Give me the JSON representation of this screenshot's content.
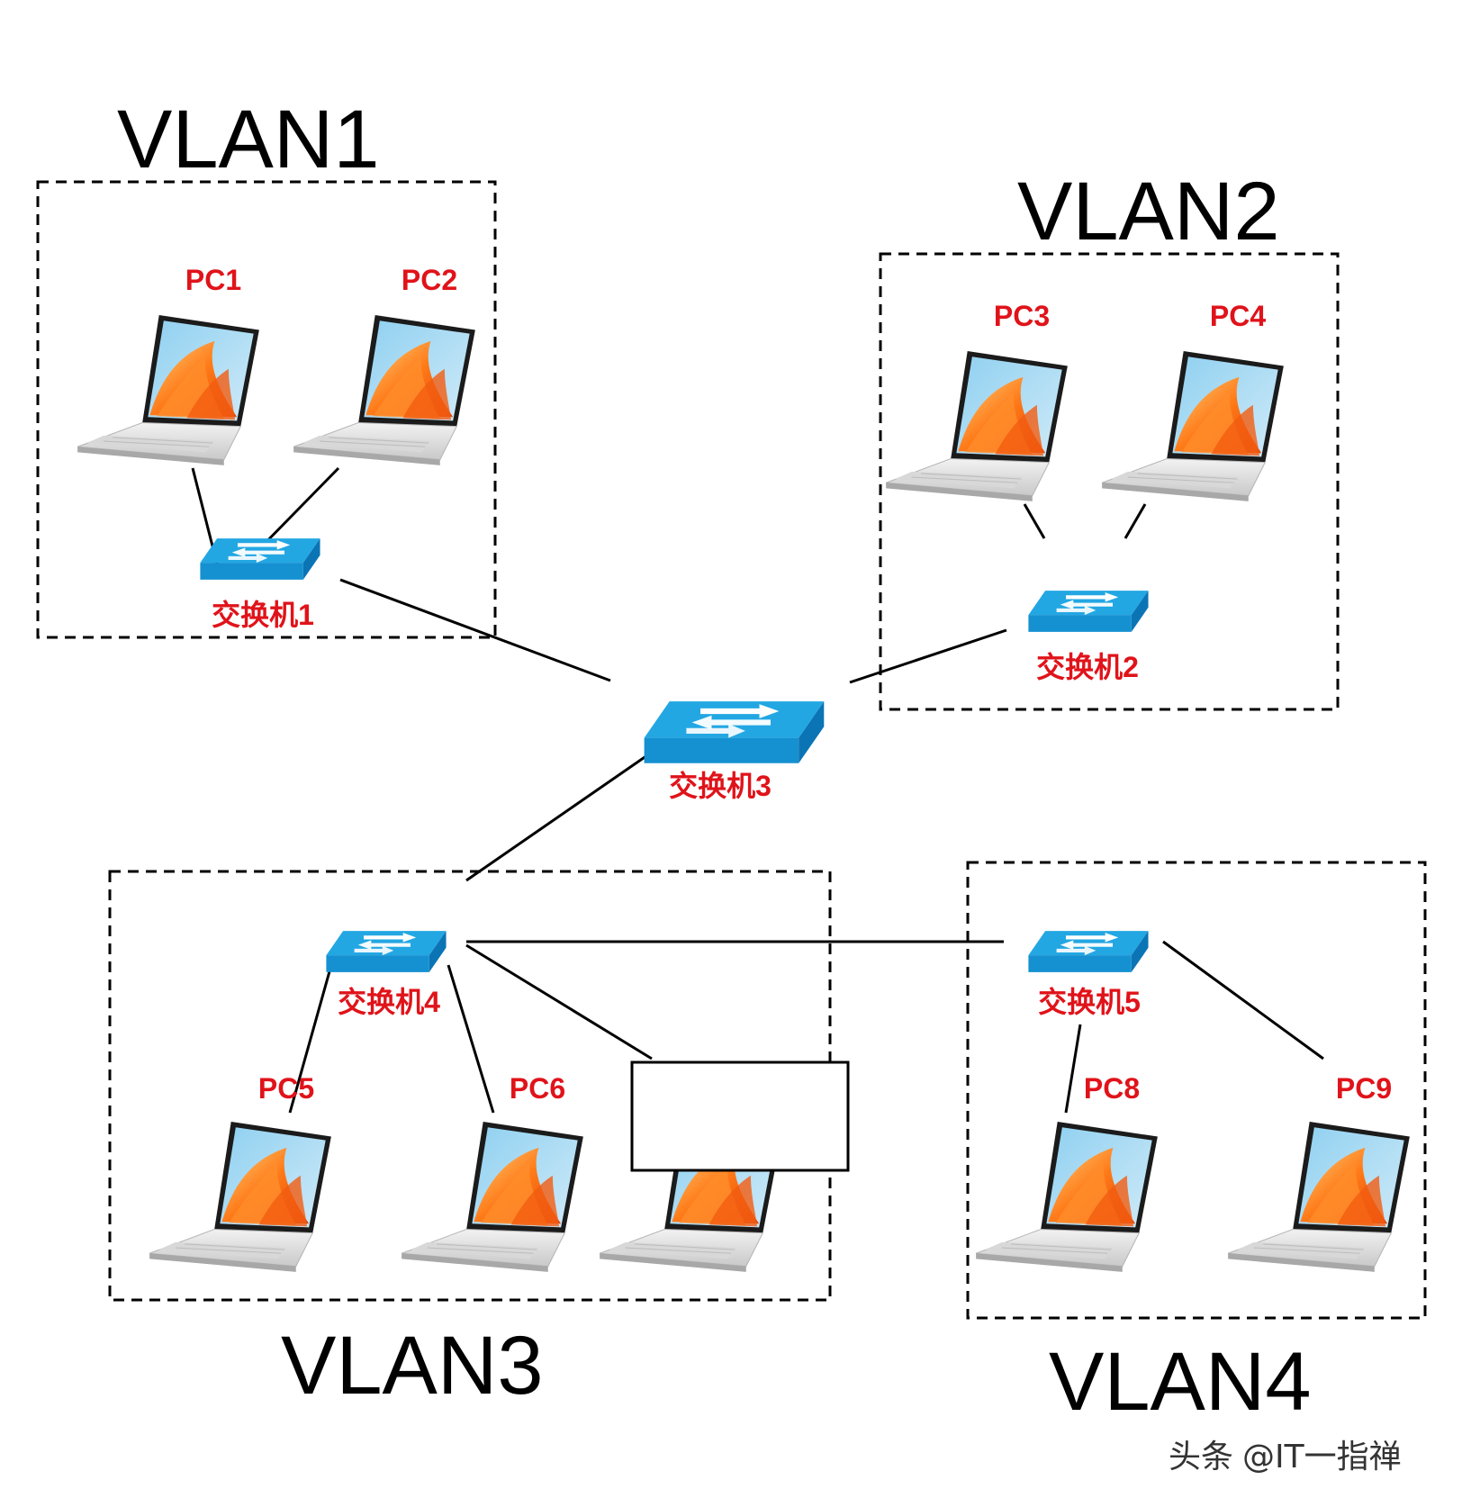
{
  "colors": {
    "label": "#e0131a",
    "switch_top": "#23a7e3",
    "switch_side": "#0b74b5",
    "switch_front": "#1591d2",
    "line": "#000000"
  },
  "vlans": [
    {
      "title": "VLAN1"
    },
    {
      "title": "VLAN2"
    },
    {
      "title": "VLAN3"
    },
    {
      "title": "VLAN4"
    }
  ],
  "pcs": [
    {
      "label": "PC1"
    },
    {
      "label": "PC2"
    },
    {
      "label": "PC3"
    },
    {
      "label": "PC4"
    },
    {
      "label": "PC5"
    },
    {
      "label": "PC6"
    },
    {
      "label": "PC8"
    },
    {
      "label": "PC9"
    }
  ],
  "switches": [
    {
      "label": "交换机1"
    },
    {
      "label": "交换机2"
    },
    {
      "label": "交换机3"
    },
    {
      "label": "交换机4"
    },
    {
      "label": "交换机5"
    }
  ],
  "hidden_pc_box": {
    "label": ""
  },
  "watermark": {
    "prefix": "头条",
    "text": "@IT一指禅"
  }
}
